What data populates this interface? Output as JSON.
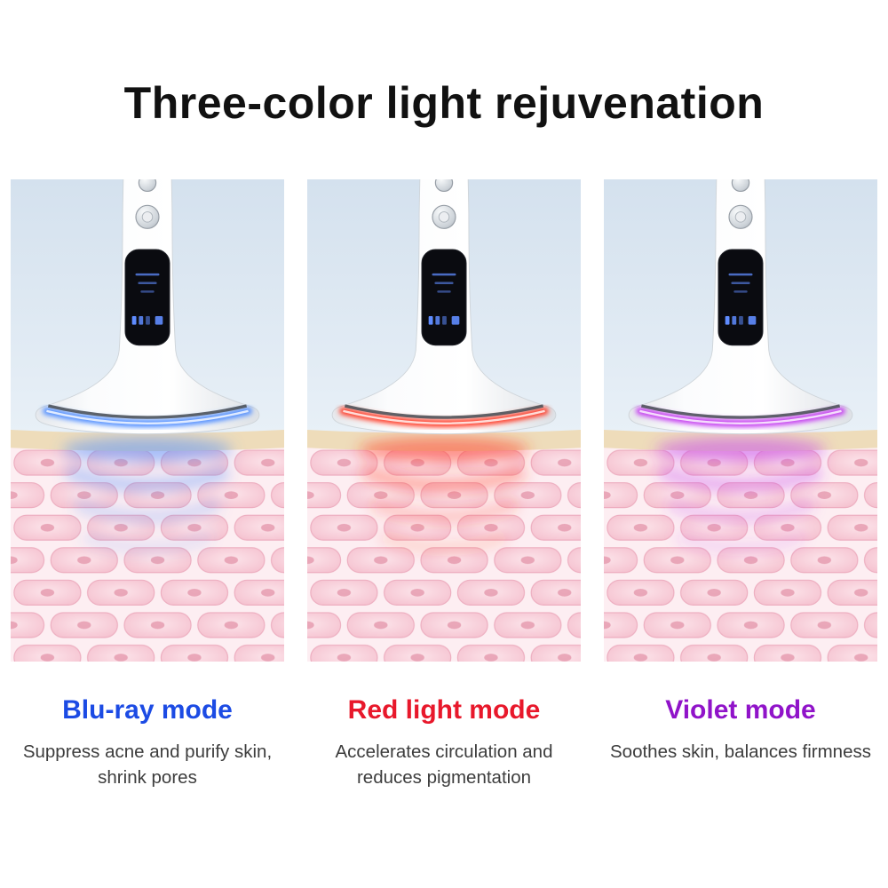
{
  "title": "Three-color light rejuvenation",
  "modes": [
    {
      "id": "blue",
      "name": "Blu-ray mode",
      "title_color": "#1c4be4",
      "glow_color": "#4f8dff",
      "description": "Suppress acne and purify skin, shrink pores"
    },
    {
      "id": "red",
      "name": "Red light mode",
      "title_color": "#e8182b",
      "glow_color": "#ff3a26",
      "description": "Accelerates circulation and reduces pigmentation"
    },
    {
      "id": "violet",
      "name": "Violet mode",
      "title_color": "#9013c9",
      "glow_color": "#c43bf0",
      "description": "Soothes skin, balances firmness"
    }
  ]
}
